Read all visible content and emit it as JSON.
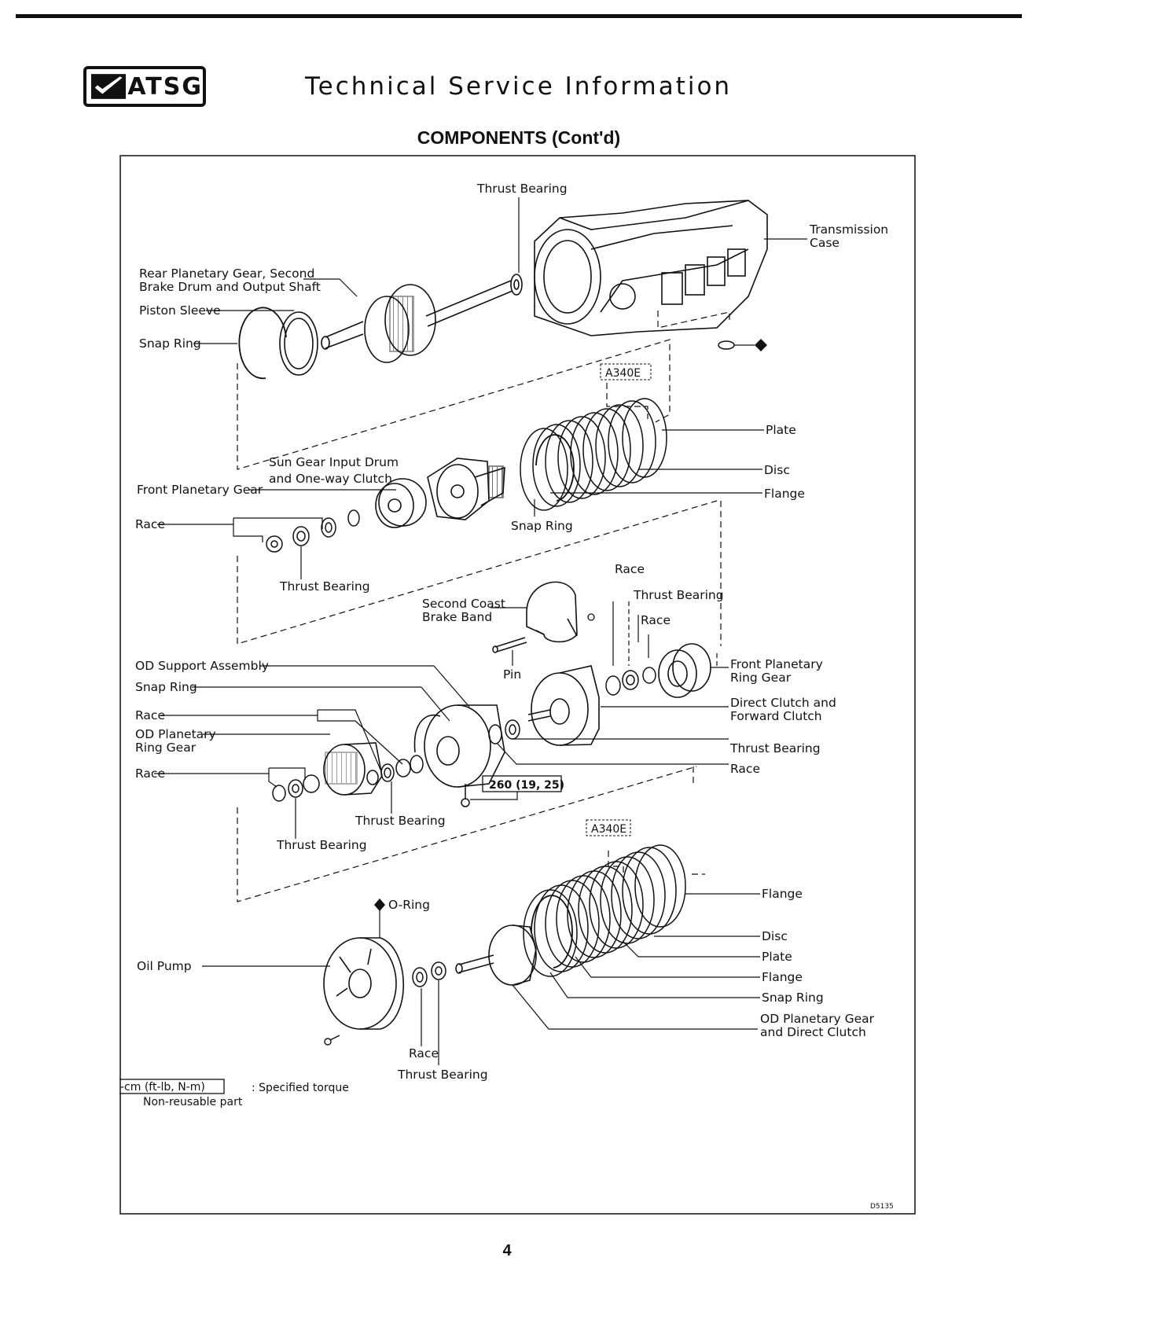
{
  "header": {
    "logo_text": "ATSG",
    "title": "Technical Service Information"
  },
  "section_title": "COMPONENTS (Cont'd)",
  "labels": {
    "thrust_bearing_top": "Thrust Bearing",
    "transmission_case_1": "Transmission",
    "transmission_case_2": "Case",
    "rear_planetary_1": "Rear Planetary Gear, Second",
    "rear_planetary_2": "Brake Drum and Output Shaft",
    "piston_sleeve": "Piston Sleeve",
    "snap_ring_1": "Snap Ring",
    "a340e_1": "A340E",
    "plate_1": "Plate",
    "disc_1": "Disc",
    "flange_1": "Flange",
    "sun_gear_1": "Sun Gear Input Drum",
    "sun_gear_2": "and One-way Clutch",
    "front_planetary_gear": "Front Planetary Gear",
    "race_1": "Race",
    "snap_ring_2": "Snap Ring",
    "thrust_bearing_2": "Thrust Bearing",
    "race_2": "Race",
    "thrust_bearing_3": "Thrust Bearing",
    "race_3": "Race",
    "second_coast_1": "Second Coast",
    "second_coast_2": "Brake Band",
    "pin": "Pin",
    "front_planetary_ring_1": "Front Planetary",
    "front_planetary_ring_2": "Ring Gear",
    "od_support": "OD Support Assembly",
    "snap_ring_3": "Snap Ring",
    "race_4": "Race",
    "direct_clutch_1": "Direct Clutch and",
    "direct_clutch_2": "Forward Clutch",
    "od_planetary_ring_1": "OD Planetary",
    "od_planetary_ring_2": "Ring Gear",
    "thrust_bearing_4": "Thrust Bearing",
    "race_5": "Race",
    "race_6": "Race",
    "torque_spec": "260 (19, 25)",
    "thrust_bearing_5": "Thrust Bearing",
    "thrust_bearing_6": "Thrust Bearing",
    "a340e_2": "A340E",
    "o_ring": "O-Ring",
    "flange_2": "Flange",
    "disc_2": "Disc",
    "oil_pump": "Oil Pump",
    "plate_2": "Plate",
    "flange_3": "Flange",
    "snap_ring_4": "Snap Ring",
    "od_planetary_gear_1": "OD Planetary Gear",
    "od_planetary_gear_2": "and Direct Clutch",
    "race_7": "Race",
    "thrust_bearing_7": "Thrust Bearing"
  },
  "legend": {
    "torque_unit": "kg-cm (ft-lb, N-m)",
    "torque_desc": ": Specified torque",
    "nonreusable_desc": "Non-reusable part"
  },
  "figure_code": "D5135",
  "page_number": "4"
}
